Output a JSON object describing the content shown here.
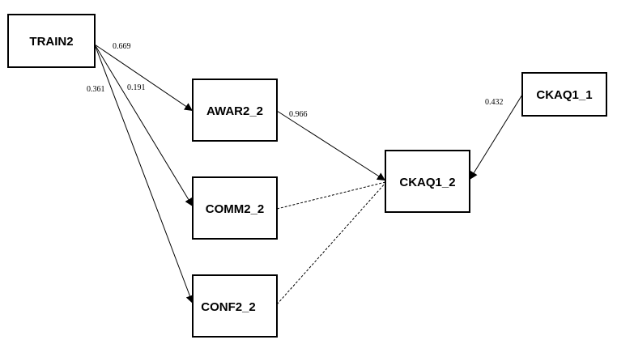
{
  "nodes": {
    "train2": "TRAIN2",
    "awar2_2": "AWAR2_2",
    "comm2_2": "COMM2_2",
    "conf2_2": "CONF2_2",
    "ckaq1_2": "CKAQ1_2",
    "ckaq1_1": "CKAQ1_1"
  },
  "edges": {
    "train2_awar2_2": "0.669",
    "train2_comm2_2": "0.191",
    "train2_conf2_2": "0.361",
    "awar2_2_ckaq1_2": "0.966",
    "ckaq1_1_ckaq1_2": "0.432"
  },
  "colors": {
    "line": "#000000",
    "background": "#ffffff"
  }
}
